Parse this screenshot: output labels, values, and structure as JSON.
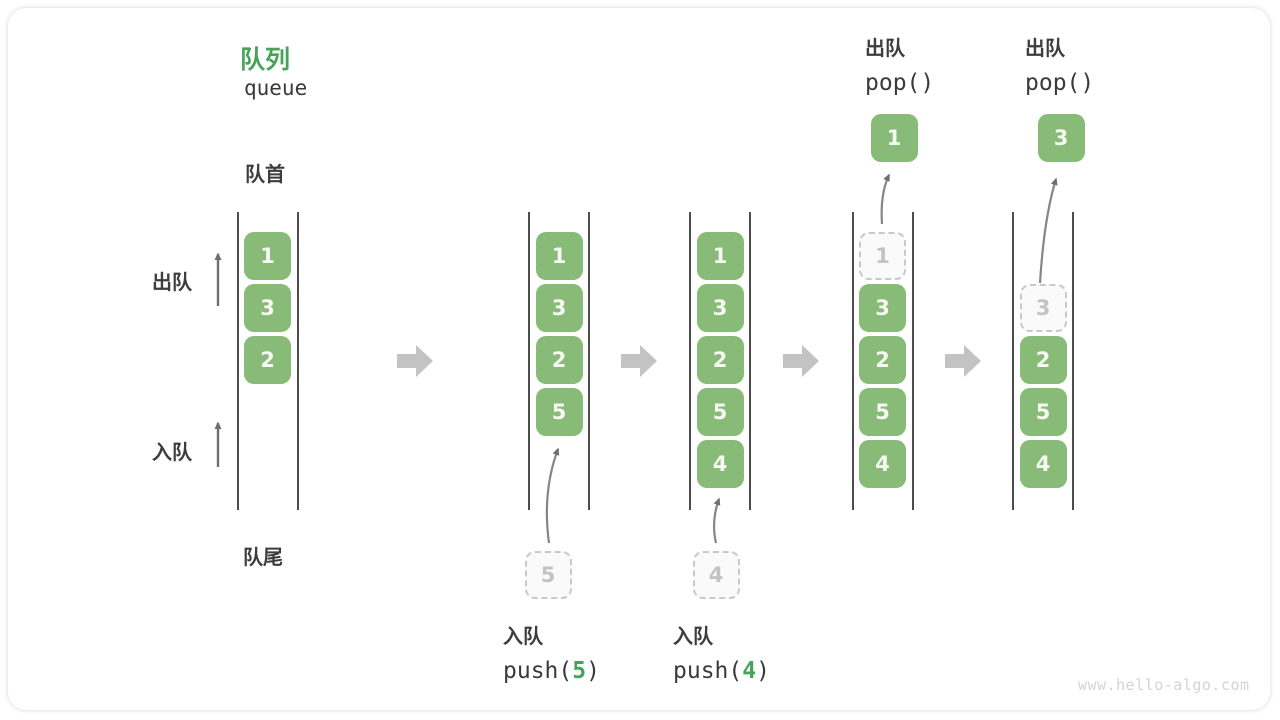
{
  "header": {
    "title_zh": "队列",
    "title_en": "queue"
  },
  "side_labels": {
    "front": "队首",
    "rear": "队尾",
    "dequeue": "出队",
    "enqueue": "入队"
  },
  "columns": [
    {
      "name": "state-1-initial",
      "slots": [
        {
          "value": "1",
          "style": "solid"
        },
        {
          "value": "3",
          "style": "solid"
        },
        {
          "value": "2",
          "style": "solid"
        }
      ]
    },
    {
      "name": "state-2-after-push-5",
      "slots": [
        {
          "value": "1",
          "style": "solid"
        },
        {
          "value": "3",
          "style": "solid"
        },
        {
          "value": "2",
          "style": "solid"
        },
        {
          "value": "5",
          "style": "solid"
        }
      ],
      "operation": {
        "type": "push",
        "label_zh": "入队",
        "code_prefix": "push(",
        "code_arg": "5",
        "code_suffix": ")",
        "staged_value": "5"
      }
    },
    {
      "name": "state-3-after-push-4",
      "slots": [
        {
          "value": "1",
          "style": "solid"
        },
        {
          "value": "3",
          "style": "solid"
        },
        {
          "value": "2",
          "style": "solid"
        },
        {
          "value": "5",
          "style": "solid"
        },
        {
          "value": "4",
          "style": "solid"
        }
      ],
      "operation": {
        "type": "push",
        "label_zh": "入队",
        "code_prefix": "push(",
        "code_arg": "4",
        "code_suffix": ")",
        "staged_value": "4"
      }
    },
    {
      "name": "state-4-pop-1",
      "slots": [
        {
          "value": "1",
          "style": "dashed"
        },
        {
          "value": "3",
          "style": "solid"
        },
        {
          "value": "2",
          "style": "solid"
        },
        {
          "value": "5",
          "style": "solid"
        },
        {
          "value": "4",
          "style": "solid"
        }
      ],
      "operation": {
        "type": "pop",
        "label_zh": "出队",
        "code": "pop()",
        "popped_value": "1"
      }
    },
    {
      "name": "state-5-pop-3",
      "slots": [
        {
          "value": "",
          "style": "empty"
        },
        {
          "value": "3",
          "style": "dashed"
        },
        {
          "value": "2",
          "style": "solid"
        },
        {
          "value": "5",
          "style": "solid"
        },
        {
          "value": "4",
          "style": "solid"
        }
      ],
      "operation": {
        "type": "pop",
        "label_zh": "出队",
        "code": "pop()",
        "popped_value": "3"
      }
    }
  ],
  "colors": {
    "accent_green": "#47a35a",
    "box_green": "#87bb77",
    "dashed_border": "#c9c9c9",
    "wall": "#4d4d4d",
    "label_dark": "#3d3d3d",
    "thin_arrow": "#777777",
    "block_arrow": "#c3c3c3",
    "watermark": "#d4d4d4"
  },
  "watermark": "www.hello-algo.com"
}
